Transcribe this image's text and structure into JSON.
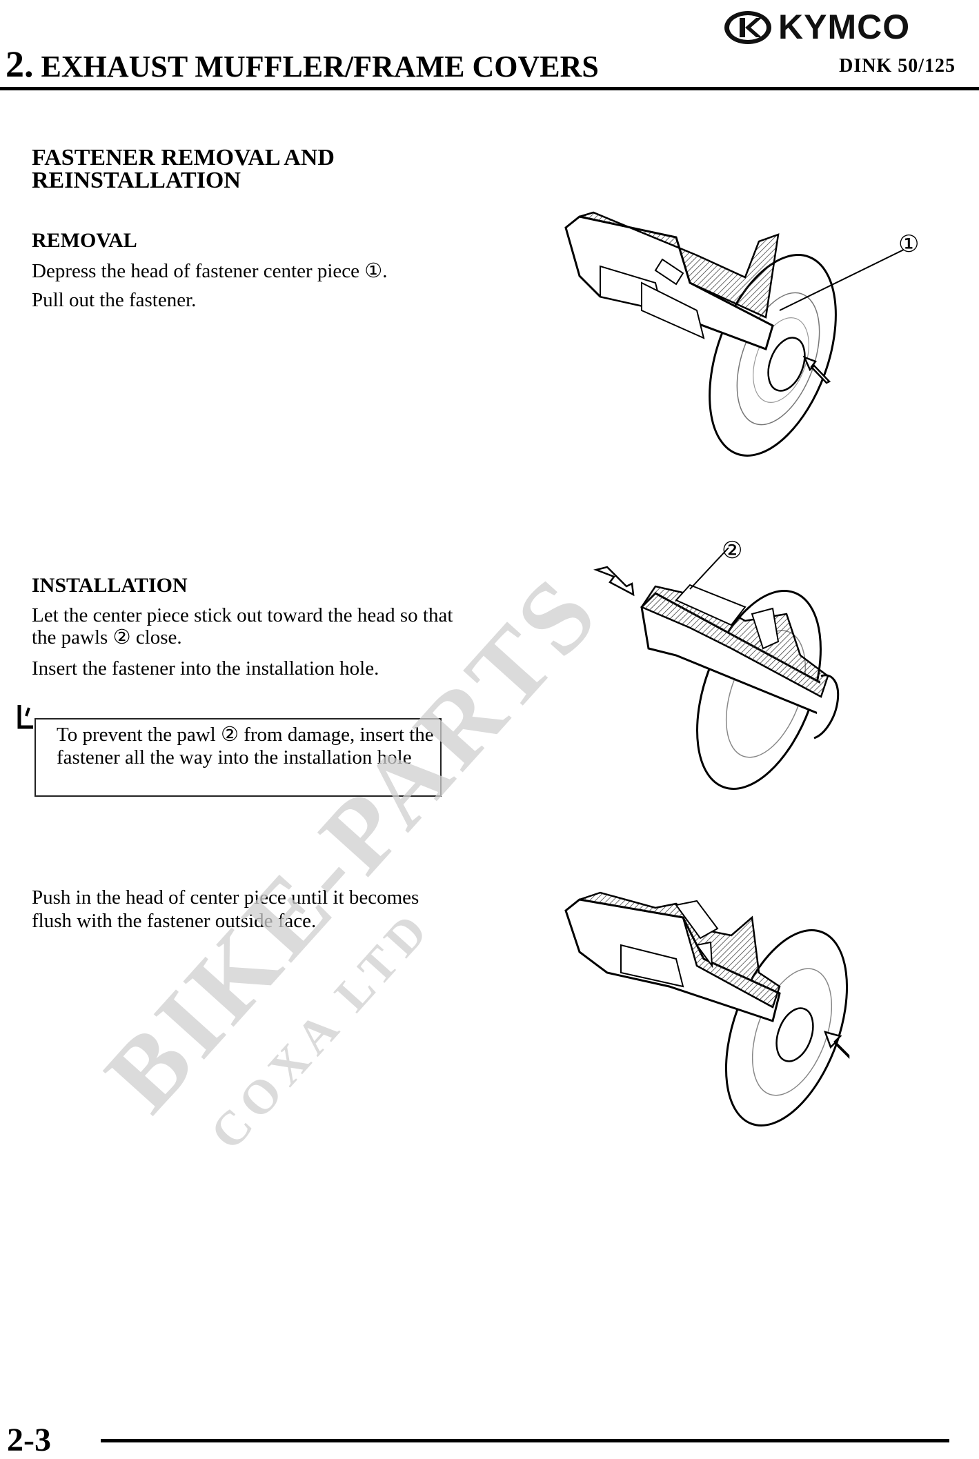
{
  "header": {
    "brand": "KYMCO",
    "chapter_number": "2.",
    "chapter_title": "EXHAUST MUFFLER/FRAME COVERS",
    "model": "DINK 50/125"
  },
  "section": {
    "title": "FASTENER REMOVAL AND REINSTALLATION"
  },
  "removal": {
    "heading": "REMOVAL",
    "step1": "Depress the head of fastener center piece ①.",
    "step2": "Pull out the fastener."
  },
  "installation": {
    "heading": "INSTALLATION",
    "step1": "Let the center piece stick out toward the head so that the pawls ② close.",
    "step2": "Insert the fastener into the installation hole.",
    "note": "To prevent the pawl ② from damage, insert the fastener all the way into the installation hole",
    "step3": "Push in the head of center piece until it becomes flush with the fastener outside face."
  },
  "callouts": {
    "one": "①",
    "two": "②"
  },
  "watermark": {
    "main": "BIKE-PARTS",
    "sub": "COXA LTD"
  },
  "footer": {
    "page_number": "2-3"
  }
}
